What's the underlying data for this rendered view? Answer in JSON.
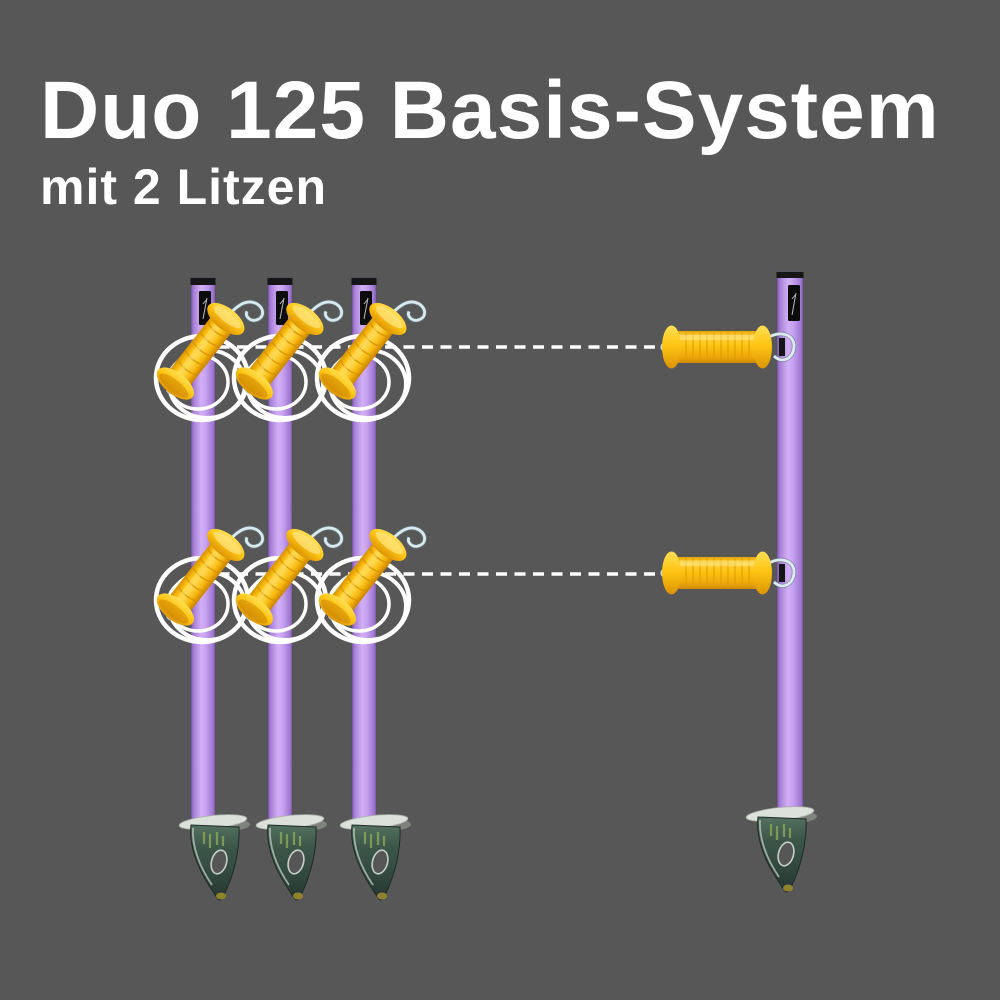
{
  "title": "Duo 125 Basis-System",
  "subtitle": "mit 2 Litzen",
  "colors": {
    "background": "#575757",
    "heading_text": "#ffffff",
    "post_purple": "#c9a3f2",
    "post_cap_black": "#161616",
    "handle_yellow": "#ffc312",
    "coil_white": "#ffffff",
    "strand_dash_white": "#ffffff",
    "hook_steel": "#d9eaee",
    "spike_metal_green": "#3c564a",
    "foot_plate_silver": "#dce1dc"
  },
  "diagram": {
    "left_post_count": 3,
    "right_post_count": 1,
    "strand_count": 2,
    "angled_gate_handle_count": 6,
    "horizontal_gate_handle_count": 2,
    "rope_coil_count": 6,
    "ground_spike_count": 4
  }
}
